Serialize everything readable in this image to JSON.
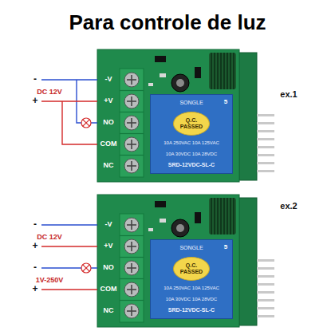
{
  "diagram": {
    "title": "Para controle de luz",
    "nodes": [
      {
        "text": [
          "SONGLE",
          "10A 250VAC 10A 125VAC",
          "10A 30VDC 10A 28VDC",
          "SRD-12VDC-SL-C"
        ]
      },
      {
        "text": [
          "Q.C. PASSED"
        ],
        "in": 0
      },
      {
        "text": [
          "SONGLE",
          "10A 250VAC 10A 125VAC",
          "10A 30VDC 10A 28VDC",
          "SRD-12VDC-SL-C"
        ]
      },
      {
        "text": [
          "Q.C. PASSED"
        ],
        "in": 2
      }
    ],
    "labels": [
      "ex.1",
      "-",
      "DC 12V",
      "+",
      "-V",
      "+V",
      "NO",
      "COM",
      "NC",
      "5",
      "ex.2",
      "-",
      "DC 12V",
      "+",
      "-",
      "1V-250V",
      "+",
      "-V",
      "+V",
      "NO",
      "COM",
      "NC",
      "5"
    ]
  }
}
